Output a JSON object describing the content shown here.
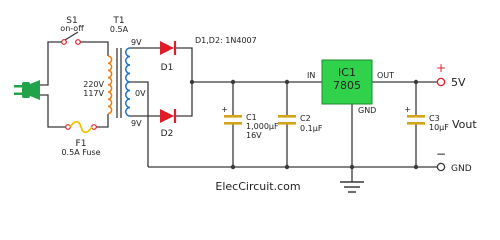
{
  "diagram": {
    "switch": {
      "ref": "S1",
      "note": "on-off"
    },
    "transformer": {
      "ref": "T1",
      "rating": "0.5A",
      "primary_1": "220V",
      "primary_2": "117V",
      "tap_top": "9V",
      "tap_center": "0V",
      "tap_bottom": "9V"
    },
    "fuse": {
      "ref": "F1",
      "rating": "0.5A Fuse"
    },
    "diodes": {
      "note": "D1,D2: 1N4007",
      "d1": "D1",
      "d2": "D2"
    },
    "c1": {
      "ref": "C1",
      "value": "1,000µF",
      "voltage": "16V",
      "polarity": "+"
    },
    "c2": {
      "ref": "C2",
      "value": "0.1µF"
    },
    "ic": {
      "ref": "IC1",
      "part": "7805",
      "pin_in": "IN",
      "pin_out": "OUT",
      "pin_gnd": "GND"
    },
    "c3": {
      "ref": "C3",
      "value": "10µF",
      "polarity": "+"
    },
    "output": {
      "plus": "+",
      "voltage": "5V",
      "vout": "Vout",
      "minus": "−",
      "gnd": "GND"
    },
    "credit": "ElecCircuit.com",
    "colors": {
      "wire": "#3a3a3a",
      "diode": "#e11d2a",
      "plug": "#22a34a",
      "ic_fill": "#2fd24a",
      "cap_plate": "#d4a418",
      "primary_coil": "#f07a10",
      "secondary_coil": "#1e6fd0",
      "fuse": "#f0c400",
      "terminal": "#e11d2a"
    }
  }
}
